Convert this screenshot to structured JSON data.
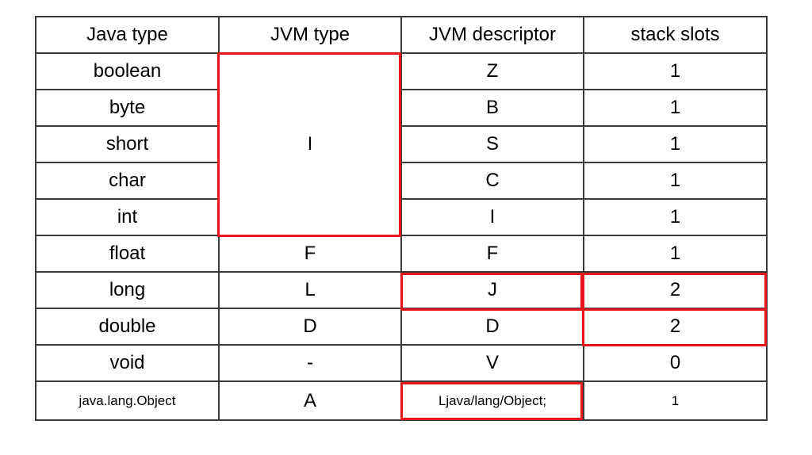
{
  "table": {
    "headers": [
      "Java type",
      "JVM type",
      "JVM descriptor",
      "stack slots"
    ],
    "rows": [
      {
        "java_type": "boolean",
        "jvm_type": "I",
        "descriptor": "Z",
        "slots": "1"
      },
      {
        "java_type": "byte",
        "descriptor": "B",
        "slots": "1"
      },
      {
        "java_type": "short",
        "descriptor": "S",
        "slots": "1"
      },
      {
        "java_type": "char",
        "descriptor": "C",
        "slots": "1"
      },
      {
        "java_type": "int",
        "descriptor": "I",
        "slots": "1"
      },
      {
        "java_type": "float",
        "jvm_type": "F",
        "descriptor": "F",
        "slots": "1"
      },
      {
        "java_type": "long",
        "jvm_type": "L",
        "descriptor": "J",
        "slots": "2"
      },
      {
        "java_type": "double",
        "jvm_type": "D",
        "descriptor": "D",
        "slots": "2"
      },
      {
        "java_type": "void",
        "jvm_type": "-",
        "descriptor": "V",
        "slots": "0"
      },
      {
        "java_type": "java.lang.Object",
        "jvm_type": "A",
        "descriptor": "Ljava/lang/Object;",
        "slots": "1"
      }
    ]
  },
  "colors": {
    "grid_border": "#3a3a3a",
    "highlight": "#e8141b"
  }
}
